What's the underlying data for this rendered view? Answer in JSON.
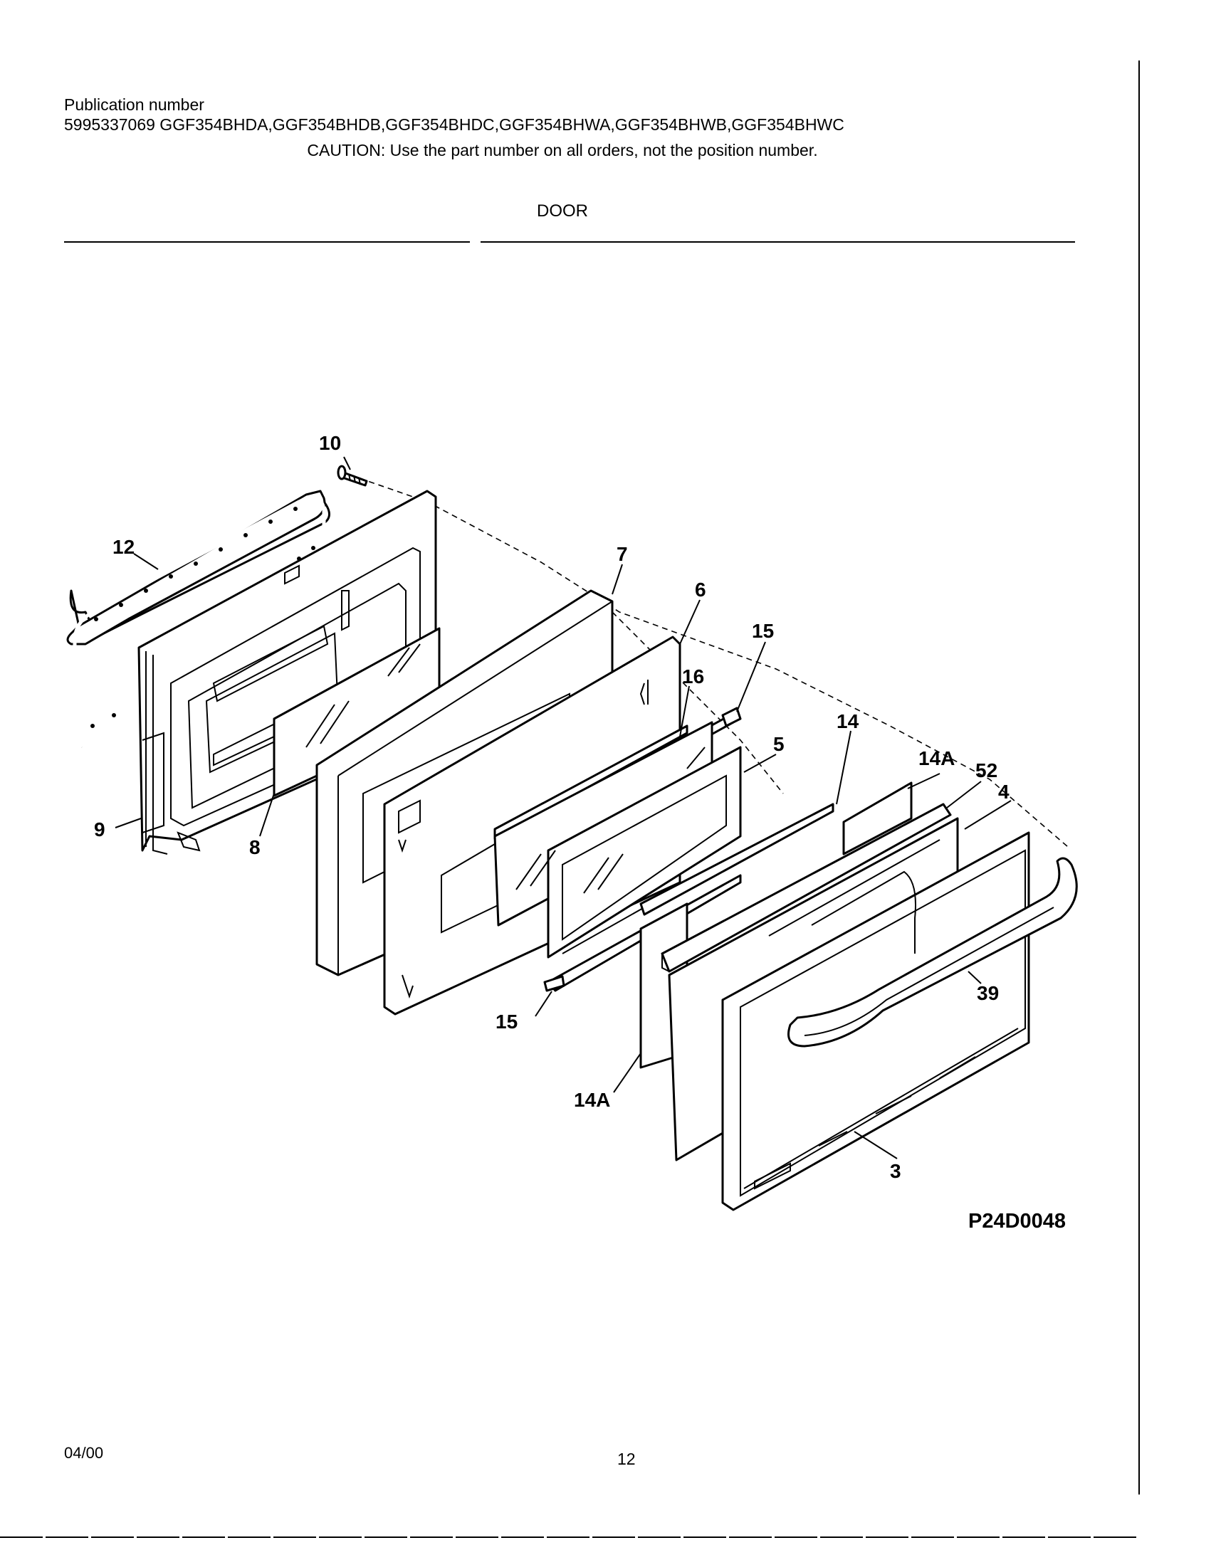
{
  "header": {
    "publication_label": "Publication number",
    "publication_line": "5995337069  GGF354BHDA,GGF354BHDB,GGF354BHDC,GGF354BHWA,GGF354BHWB,GGF354BHWC",
    "caution": "CAUTION:  Use the part number on all orders, not the position number.",
    "section_title": "DOOR"
  },
  "diagram": {
    "id": "P24D0048",
    "callouts": [
      {
        "key": "c10",
        "label": "10"
      },
      {
        "key": "c12",
        "label": "12"
      },
      {
        "key": "c9",
        "label": "9"
      },
      {
        "key": "c8",
        "label": "8"
      },
      {
        "key": "c7",
        "label": "7"
      },
      {
        "key": "c6",
        "label": "6"
      },
      {
        "key": "c16",
        "label": "16"
      },
      {
        "key": "c15a",
        "label": "15"
      },
      {
        "key": "c5",
        "label": "5"
      },
      {
        "key": "c14",
        "label": "14"
      },
      {
        "key": "c14Aa",
        "label": "14A"
      },
      {
        "key": "c52",
        "label": "52"
      },
      {
        "key": "c4",
        "label": "4"
      },
      {
        "key": "c39",
        "label": "39"
      },
      {
        "key": "c15b",
        "label": "15"
      },
      {
        "key": "c14Ab",
        "label": "14A"
      },
      {
        "key": "c3",
        "label": "3"
      }
    ]
  },
  "footer": {
    "date": "04/00",
    "page": "12"
  }
}
